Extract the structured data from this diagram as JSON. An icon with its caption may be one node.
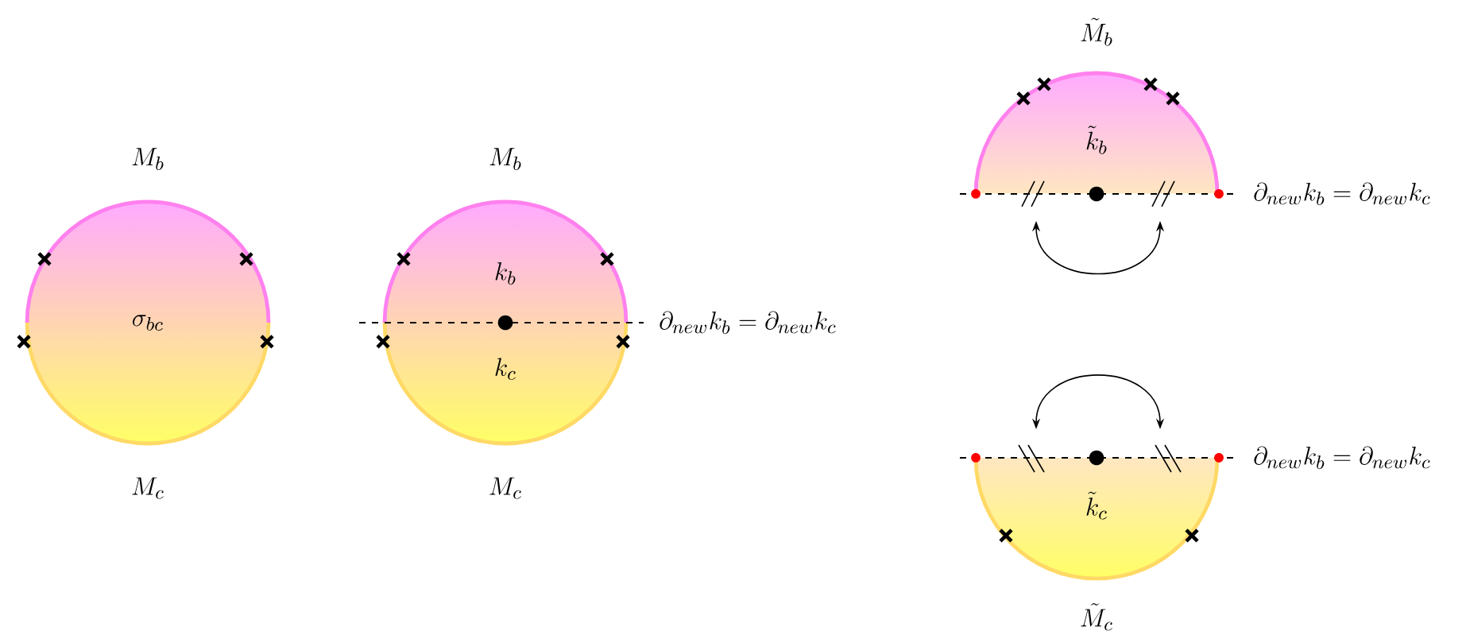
{
  "diagram": {
    "nodes": [
      {
        "text": [
          "\\sigma_{bc}"
        ],
        "beside": [
          "M_b",
          "M_c"
        ]
      },
      {
        "text": [
          "k_b",
          "k_c"
        ],
        "beside": [
          "M_b",
          "M_c"
        ]
      },
      {
        "text": [
          "\\tilde{k}_b"
        ],
        "beside": [
          "\\tilde{M}_b"
        ]
      },
      {
        "text": [
          "\\tilde{k}_c"
        ],
        "beside": [
          "\\tilde{M}_c"
        ]
      }
    ],
    "labels": [
      "\\partial_{new} k_b = \\partial_{new} k_c",
      "\\partial_{new} k_b = \\partial_{new} k_c",
      "\\partial_{new} k_b = \\partial_{new} k_c"
    ]
  }
}
